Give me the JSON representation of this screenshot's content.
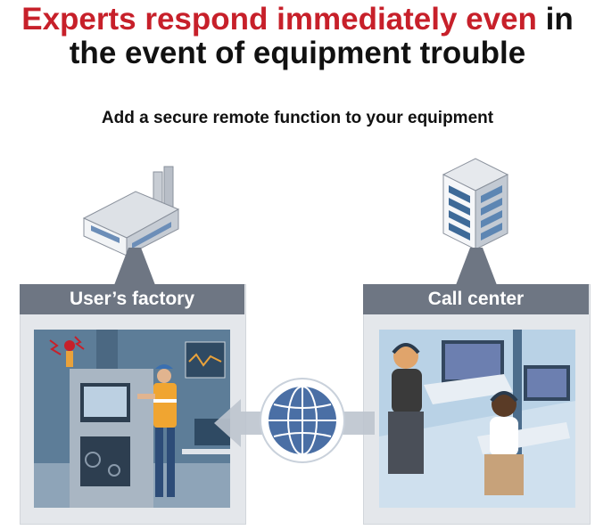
{
  "headline": {
    "line1_red": "Experts respond immediately even",
    "line1_dark": " in",
    "line2": "the event of equipment trouble"
  },
  "subtitle": "Add a secure remote function to your equipment",
  "left_panel": {
    "label": "User’s factory",
    "icon": "factory-building-icon"
  },
  "right_panel": {
    "label": "Call center",
    "icon": "office-building-icon"
  },
  "connector": {
    "icon": "globe-network-icon",
    "arrow": "arrow-left-icon"
  },
  "colors": {
    "accent_red": "#c7202a",
    "panel_header": "#6e7683",
    "panel_bg": "#e4e7eb",
    "globe": "#4a6fa5"
  }
}
